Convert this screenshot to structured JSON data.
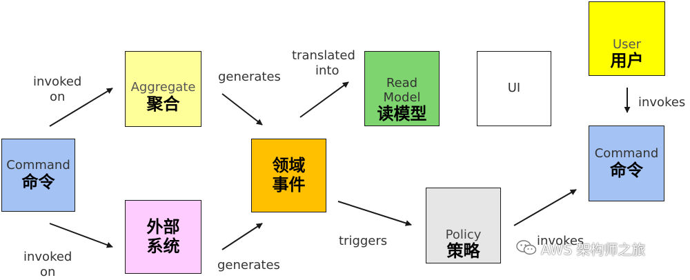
{
  "colors": {
    "command": "#a4c2f4",
    "aggregate": "#ffff99",
    "external": "#ffccff",
    "event": "#ffc000",
    "read_model": "#7ed46e",
    "ui": "#ffffff",
    "user": "#ffff00",
    "policy": "#e6e6e6",
    "arrow": "#1a1a1a"
  },
  "nodes": {
    "command_left": {
      "en": "Command",
      "zh": "命令"
    },
    "aggregate": {
      "en": "Aggregate",
      "zh": "聚合"
    },
    "external": {
      "zh_line1": "外部",
      "zh_line2": "系统"
    },
    "domain_event": {
      "zh_line1": "领域",
      "zh_line2": "事件"
    },
    "read_model": {
      "en_line1": "Read",
      "en_line2": "Model",
      "zh": "读模型"
    },
    "ui": {
      "en": "UI"
    },
    "user": {
      "en": "User",
      "zh": "用户"
    },
    "command_right": {
      "en": "Command",
      "zh": "命令"
    },
    "policy": {
      "en": "Policy",
      "zh": "策略"
    }
  },
  "edge_labels": {
    "invoked_on_top": {
      "line1": "invoked",
      "line2": "on"
    },
    "invoked_on_bottom": {
      "line1": "invoked",
      "line2": "on"
    },
    "generates_top": "generates",
    "generates_bottom": "generates",
    "translated_into": {
      "line1": "translated",
      "line2": "into"
    },
    "triggers": "triggers",
    "invokes_right": "invokes",
    "invokes_bottom": "invokes"
  },
  "edges": [
    {
      "from": "command_left",
      "to": "aggregate",
      "label": "invoked on"
    },
    {
      "from": "command_left",
      "to": "external",
      "label": "invoked on"
    },
    {
      "from": "aggregate",
      "to": "domain_event",
      "label": "generates"
    },
    {
      "from": "external",
      "to": "domain_event",
      "label": "generates"
    },
    {
      "from": "domain_event",
      "to": "read_model",
      "label": "translated into"
    },
    {
      "from": "domain_event",
      "to": "policy",
      "label": "triggers"
    },
    {
      "from": "policy",
      "to": "command_right",
      "label": "invokes"
    },
    {
      "from": "user",
      "to": "command_right",
      "label": "invokes"
    }
  ],
  "watermark": {
    "icon": "wechat-icon",
    "text": "AWS 架构师之旅"
  }
}
